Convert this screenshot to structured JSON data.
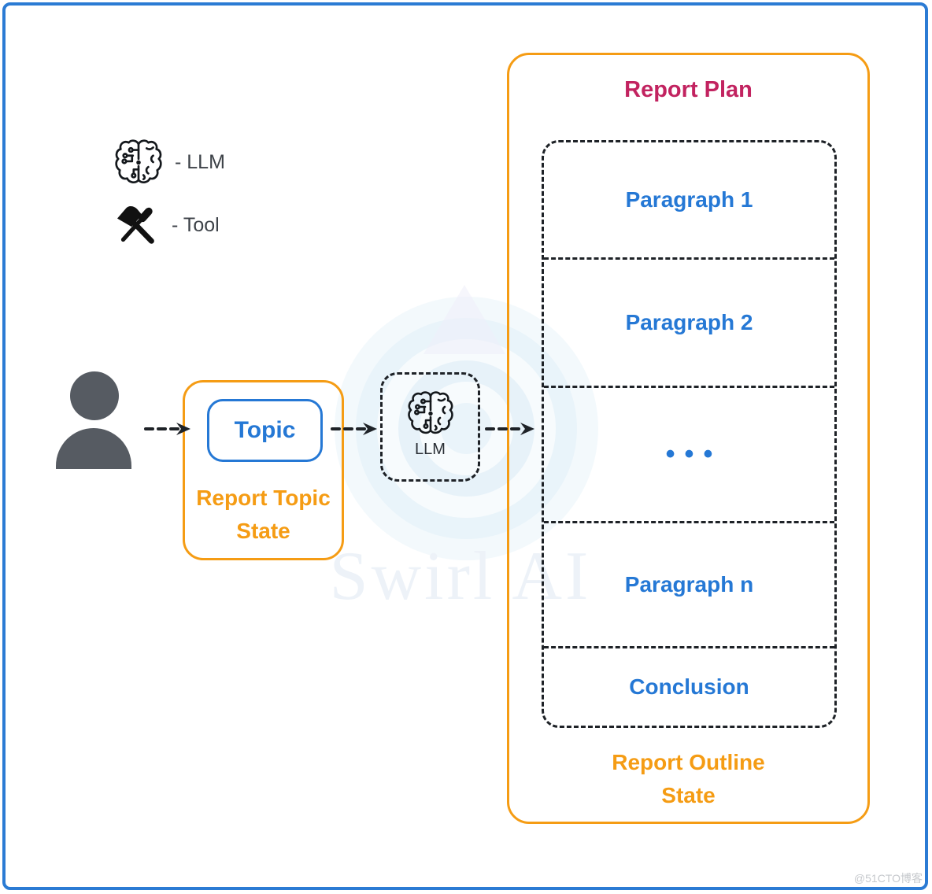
{
  "legend": {
    "llm_label": "- LLM",
    "tool_label": "- Tool"
  },
  "flow": {
    "topic_state": {
      "topic_label": "Topic",
      "caption_line1": "Report Topic",
      "caption_line2": "State"
    },
    "llm_node": {
      "label": "LLM"
    }
  },
  "report_plan": {
    "title": "Report Plan",
    "sections": [
      "Paragraph 1",
      "Paragraph 2",
      "•••",
      "Paragraph n",
      "Conclusion"
    ],
    "caption_line1": "Report Outline",
    "caption_line2": "State"
  },
  "watermark": {
    "brand": "Swirl AI",
    "credit": "@51CTO博客"
  },
  "colors": {
    "frame_blue": "#2b7bd4",
    "accent_orange": "#f59c14",
    "accent_blue": "#2578d5",
    "title_crimson": "#c22360",
    "ink": "#1e2227",
    "person_gray": "#565b62"
  }
}
